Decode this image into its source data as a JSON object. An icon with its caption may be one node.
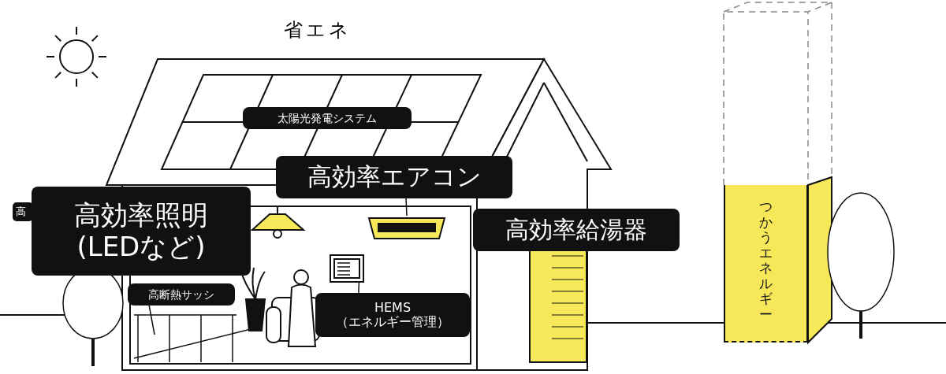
{
  "diagram": {
    "title": "省エネ",
    "nodes": [
      {
        "text": [
          "太陽光発電システム"
        ]
      },
      {
        "text": [
          "高効率エアコン"
        ]
      },
      {
        "text": [
          "高効率照明 (LEDなど)"
        ]
      },
      {
        "text": [
          "高効率給湯器"
        ]
      },
      {
        "text": [
          "高断熱サッシ"
        ]
      },
      {
        "text": [
          "HEMS （エネルギー管理）"
        ]
      },
      {
        "text": [
          "つかうエネルギー"
        ]
      },
      {
        "text": [],
        "shape": "picture"
      },
      {
        "text": [],
        "shape": "picture"
      }
    ],
    "edges": [
      {
        "from": 1,
        "to": 7,
        "arrow": "none"
      },
      {
        "from": 5,
        "to": 8,
        "arrow": "none"
      },
      {
        "from": 4,
        "to": null,
        "arrow": "none"
      }
    ],
    "labels": [
      "高"
    ]
  }
}
